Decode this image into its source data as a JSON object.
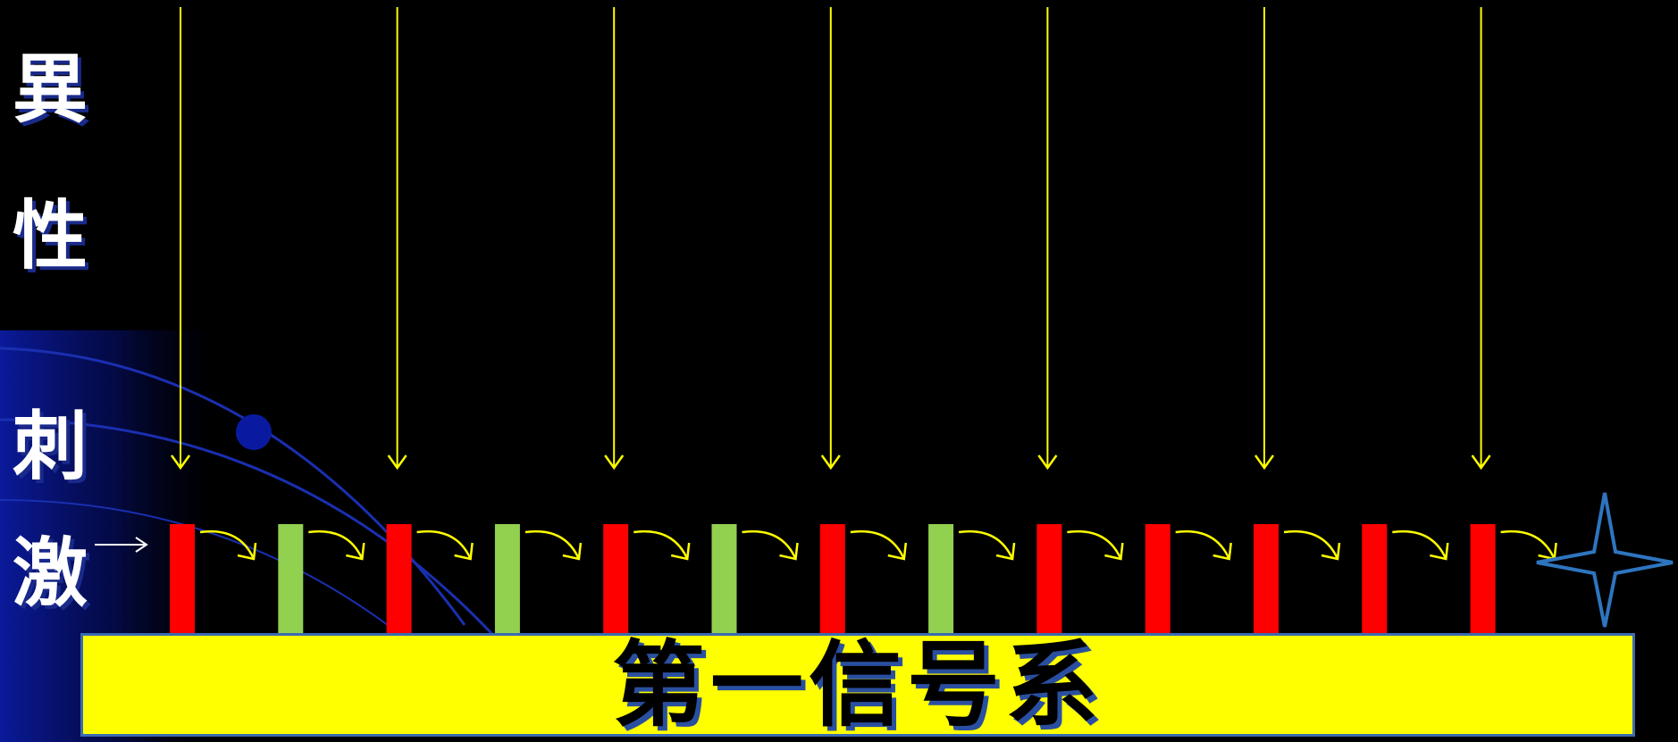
{
  "side_label": [
    "異",
    "性",
    "刺",
    "激"
  ],
  "banner": {
    "text": "第一信号系"
  },
  "colors": {
    "background": "#000000",
    "arrow_yellow": "#ffff00",
    "bar_red": "#ff0000",
    "bar_green": "#92d050",
    "banner_fill": "#ffff00",
    "banner_border": "#3b6bb0",
    "star_stroke": "#2e75c0",
    "side_text": "#ffffff",
    "curve_blue": "#1a2fb0"
  },
  "icons": {
    "end_marker": "four-point-star-icon",
    "input_arrow": "right-arrow-icon"
  },
  "sequence": {
    "bars": [
      "red",
      "green",
      "red",
      "green",
      "red",
      "green",
      "red",
      "green",
      "red",
      "red",
      "red",
      "red",
      "red"
    ],
    "stimulus_arrow_positions": [
      1,
      3,
      5,
      7,
      9,
      11,
      13
    ]
  }
}
